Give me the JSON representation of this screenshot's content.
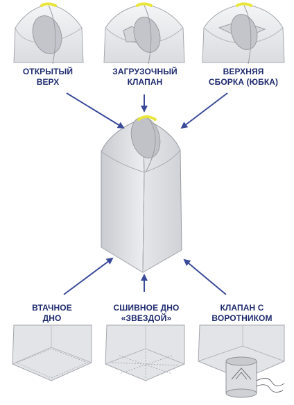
{
  "colors": {
    "label_text": "#1e2a6e",
    "arrow": "#3a4a9a",
    "bag_fill": "#e6e7ea",
    "bag_stroke": "#9a9ca3",
    "lifting_loop": "#e8e63a"
  },
  "top_options": [
    {
      "id": "open-top",
      "line1": "ОТКРЫТЫЙ",
      "line2": "ВЕРХ"
    },
    {
      "id": "filling-spout",
      "line1": "ЗАГРУЗОЧНЫЙ",
      "line2": "КЛАПАН"
    },
    {
      "id": "skirt-top",
      "line1": "ВЕРХНЯЯ",
      "line2": "СБОРКА (ЮБКА)"
    }
  ],
  "bottom_options": [
    {
      "id": "inserted-bottom",
      "line1": "ВТАЧНОЕ",
      "line2": "ДНО"
    },
    {
      "id": "star-sewn-bottom",
      "line1": "СШИВНОЕ ДНО",
      "line2": "«ЗВЕЗДОЙ»"
    },
    {
      "id": "discharge-spout",
      "line1": "КЛАПАН С",
      "line2": "ВОРОТНИКОМ"
    }
  ]
}
